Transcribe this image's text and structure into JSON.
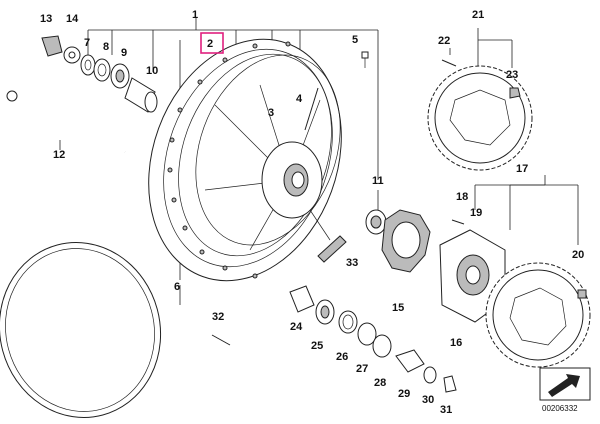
{
  "callouts": {
    "c1": "1",
    "c2": "2",
    "c3": "3",
    "c4": "4",
    "c5": "5",
    "c6": "6",
    "c7": "7",
    "c8": "8",
    "c9": "9",
    "c10": "10",
    "c11": "11",
    "c12": "12",
    "c13": "13",
    "c14": "14",
    "c15": "15",
    "c16": "16",
    "c17": "17",
    "c18": "18",
    "c19": "19",
    "c20": "20",
    "c21": "21",
    "c22": "22",
    "c23": "23",
    "c24": "24",
    "c25": "25",
    "c26": "26",
    "c27": "27",
    "c28": "28",
    "c29": "29",
    "c30": "30",
    "c31": "31",
    "c32": "32",
    "c33": "33"
  },
  "highlight_color": "#e0207f",
  "nav_icon": "arrow-right-icon",
  "diagram_code": "00206332"
}
